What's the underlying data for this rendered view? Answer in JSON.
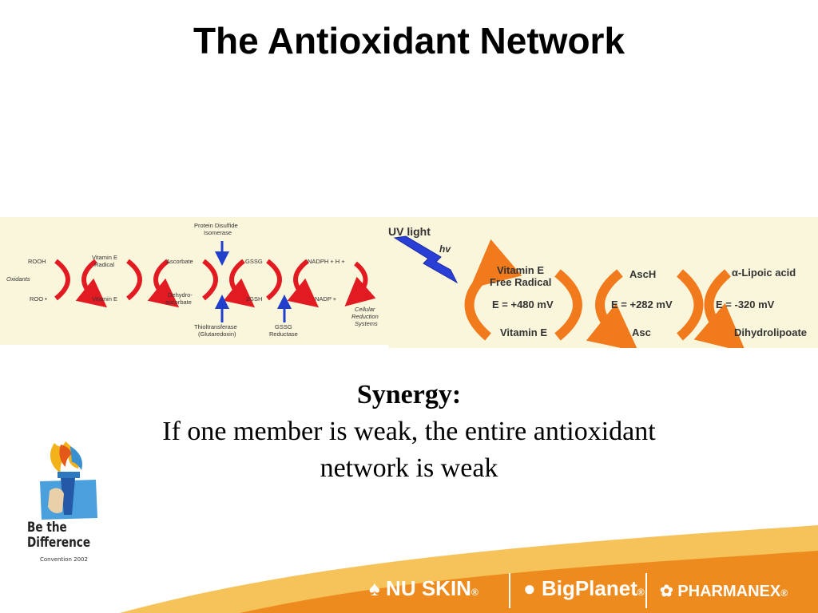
{
  "slide": {
    "title": "The Antioxidant Network"
  },
  "left_diagram": {
    "labels": {
      "rooh": "ROOH",
      "oxidants": "Oxidants",
      "roo": "ROO •",
      "vite_radical_1": "Vitamin E",
      "vite_radical_2": "Radical",
      "vite": "Vitamin E",
      "ascorbate": "Ascorbate",
      "dehydro_1": "Dehydro-",
      "dehydro_2": "ascorbate",
      "pdi_1": "Protein Disulfide",
      "pdi_2": "Isomerase",
      "gssg": "GSSG",
      "gsh": "2GSH",
      "thiol_1": "Thioltransferase",
      "thiol_2": "(Glutaredoxin)",
      "gssg_red_1": "GSSG",
      "gssg_red_2": "Reductase",
      "nadph": "NADPH + H +",
      "nadp": "NADP +",
      "cell_1": "Cellular",
      "cell_2": "Reduction",
      "cell_3": "Systems"
    }
  },
  "right_diagram": {
    "uv": "UV light",
    "hv": "hv",
    "vite_fr_1": "Vitamin E",
    "vite_fr_2": "Free Radical",
    "e1": "E = +480 mV",
    "vite": "Vitamin E",
    "asch": "AscH",
    "e2": "E = +282 mV",
    "asc": "Asc",
    "lipoic": "α-Lipoic acid",
    "e3": "E = -320 mV",
    "dihydro": "Dihydrolipoate"
  },
  "synergy": {
    "heading": "Synergy:",
    "line1": "If one member is weak, the entire antioxidant",
    "line2": "network is weak"
  },
  "logo": {
    "line1": "Be the",
    "line2": "Difference",
    "line3": "Convention 2002"
  },
  "footer": {
    "brand1": "NU SKIN",
    "brand2": "BigPlanet",
    "brand3": "PHARMANEX",
    "reg": "®"
  },
  "colors": {
    "red_arrow": "#e21b23",
    "blue_arrow": "#1f3fcc",
    "orange_arrow": "#f07a1c",
    "footer_orange": "#ee8b1e",
    "panel_bg": "#faf6dc"
  }
}
